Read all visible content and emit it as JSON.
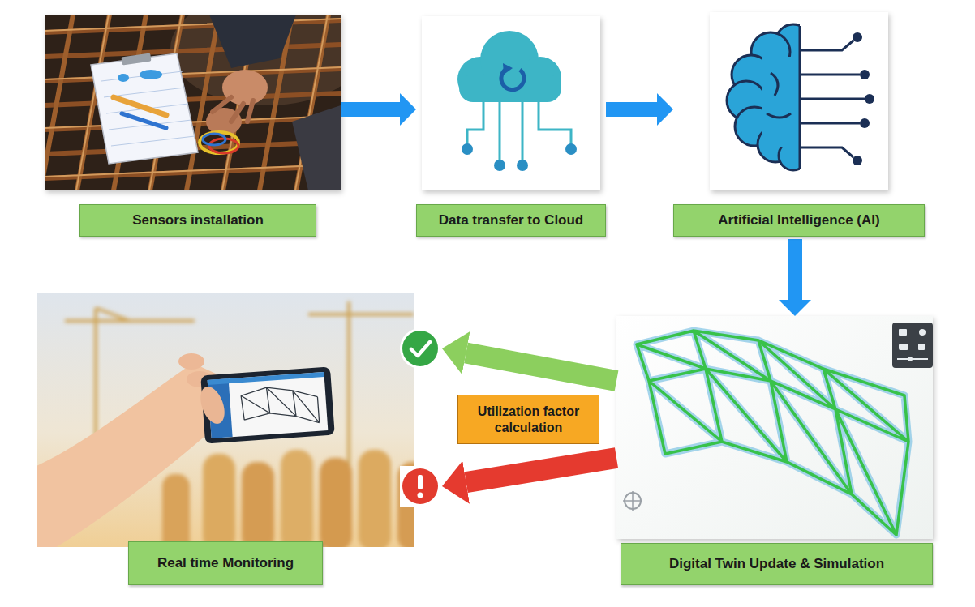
{
  "diagram": {
    "nodes": [
      {
        "text": [
          "Sensors installation"
        ]
      },
      {
        "text": [
          "Data transfer to Cloud"
        ]
      },
      {
        "text": [
          "Artificial Intelligence (AI)"
        ]
      },
      {
        "text": [
          "Digital Twin Update & Simulation"
        ]
      },
      {
        "text": [
          "Utilization factor calculation"
        ]
      },
      {
        "text": [
          "Real time Monitoring"
        ]
      }
    ],
    "edges": [
      {
        "from": 0,
        "to": 1,
        "arrow": "to"
      },
      {
        "from": 1,
        "to": 2,
        "arrow": "to"
      },
      {
        "from": 2,
        "to": 3,
        "arrow": "to"
      },
      {
        "from": 3,
        "to": 5,
        "arrow": "to"
      },
      {
        "from": 3,
        "to": 5,
        "arrow": "to"
      }
    ]
  }
}
